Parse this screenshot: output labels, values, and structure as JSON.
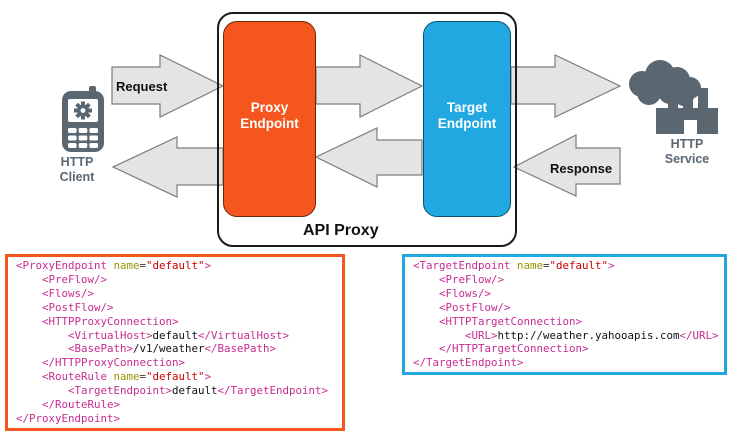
{
  "diagram": {
    "api_proxy_label": "API Proxy",
    "request_label": "Request",
    "response_label": "Response",
    "proxy_endpoint": {
      "line1": "Proxy",
      "line2": "Endpoint"
    },
    "target_endpoint": {
      "line1": "Target",
      "line2": "Endpoint"
    },
    "http_client": {
      "line1": "HTTP",
      "line2": "Client"
    },
    "http_service": {
      "line1": "HTTP",
      "line2": "Service"
    }
  },
  "colors": {
    "proxy_orange": "#F4561D",
    "target_blue": "#21A8E0",
    "icon_slate": "#5A6771",
    "arrow_fill": "#E4E4E4",
    "arrow_stroke": "#7D7D7D",
    "code_tag": "#C72C91",
    "code_attr_name": "#999400",
    "code_attr_value": "#CC0000",
    "code_text": "#111111"
  },
  "code_blocks": {
    "proxy": {
      "lines": [
        [
          "tag:<ProxyEndpoint ",
          "attr:name",
          "eq:=",
          "val:\"default\"",
          "tag:>"
        ],
        [
          "tag:    <PreFlow/>"
        ],
        [
          "tag:    <Flows/>"
        ],
        [
          "tag:    <PostFlow/>"
        ],
        [
          "tag:    <HTTPProxyConnection>"
        ],
        [
          "tag:        <VirtualHost>",
          "plain:default",
          "tag:</VirtualHost>"
        ],
        [
          "tag:        <BasePath>",
          "plain:/v1/weather",
          "tag:</BasePath>"
        ],
        [
          "tag:    </HTTPProxyConnection>"
        ],
        [
          "tag:    <RouteRule ",
          "attr:name",
          "eq:=",
          "val:\"default\"",
          "tag:>"
        ],
        [
          "tag:        <TargetEndpoint>",
          "plain:default",
          "tag:</TargetEndpoint>"
        ],
        [
          "tag:    </RouteRule>"
        ],
        [
          "tag:</ProxyEndpoint>"
        ]
      ]
    },
    "target": {
      "lines": [
        [
          "tag:<TargetEndpoint ",
          "attr:name",
          "eq:=",
          "val:\"default\"",
          "tag:>"
        ],
        [
          "tag:    <PreFlow/>"
        ],
        [
          "tag:    <Flows/>"
        ],
        [
          "tag:    <PostFlow/>"
        ],
        [
          "tag:    <HTTPTargetConnection>"
        ],
        [
          "tag:        <URL>",
          "plain:http://weather.yahooapis.com",
          "tag:</URL>"
        ],
        [
          "tag:    </HTTPTargetConnection>"
        ],
        [
          "tag:</TargetEndpoint>"
        ]
      ]
    }
  }
}
